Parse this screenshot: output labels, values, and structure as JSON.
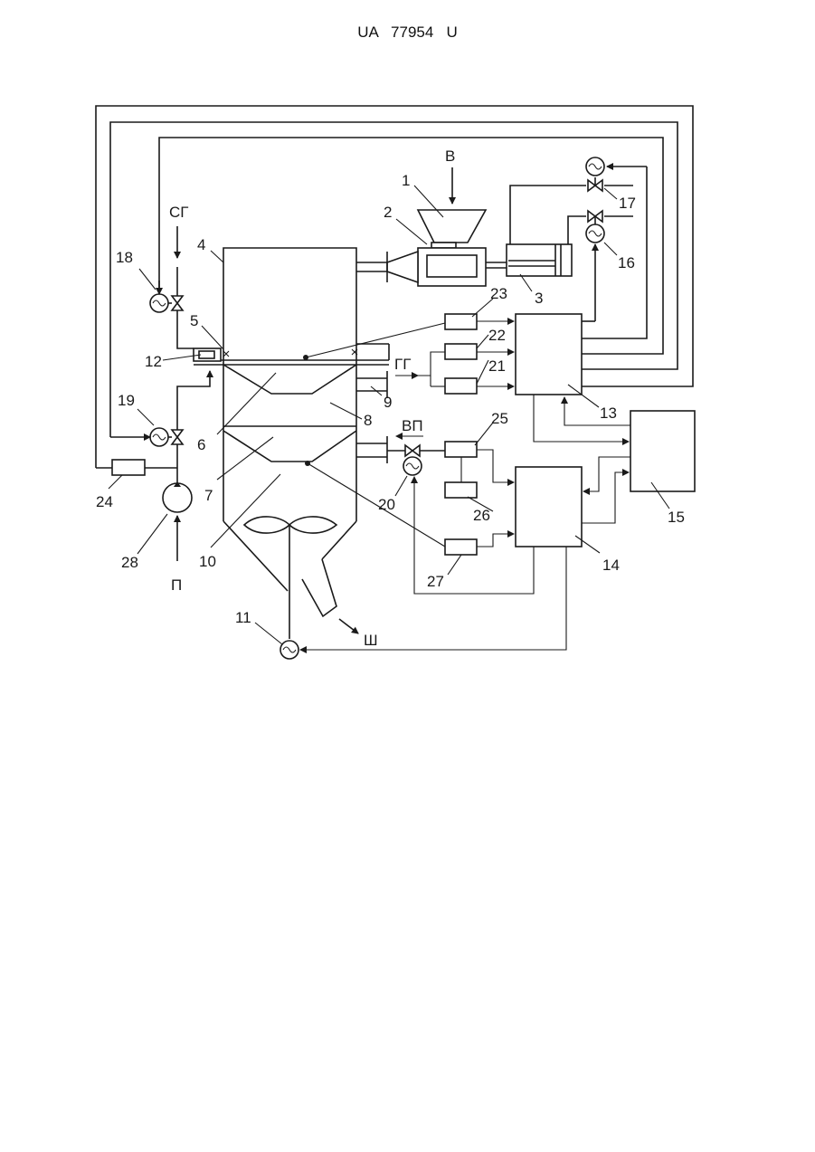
{
  "header": {
    "text": "UA   77954   U"
  },
  "streams": {
    "b": "В",
    "sg": "СГ",
    "gg": "ГГ",
    "vp": "ВП",
    "p": "П",
    "sh": "Ш"
  },
  "labels": {
    "n1": "1",
    "n2": "2",
    "n3": "3",
    "n4": "4",
    "n5": "5",
    "n6": "6",
    "n7": "7",
    "n8": "8",
    "n9": "9",
    "n10": "10",
    "n11": "11",
    "n12": "12",
    "n13": "13",
    "n14": "14",
    "n15": "15",
    "n16": "16",
    "n17": "17",
    "n18": "18",
    "n19": "19",
    "n20": "20",
    "n21": "21",
    "n22": "22",
    "n23": "23",
    "n24": "24",
    "n25": "25",
    "n26": "26",
    "n27": "27",
    "n28": "28"
  },
  "colors": {
    "ink": "#1a1a1a",
    "paper": "#ffffff"
  }
}
